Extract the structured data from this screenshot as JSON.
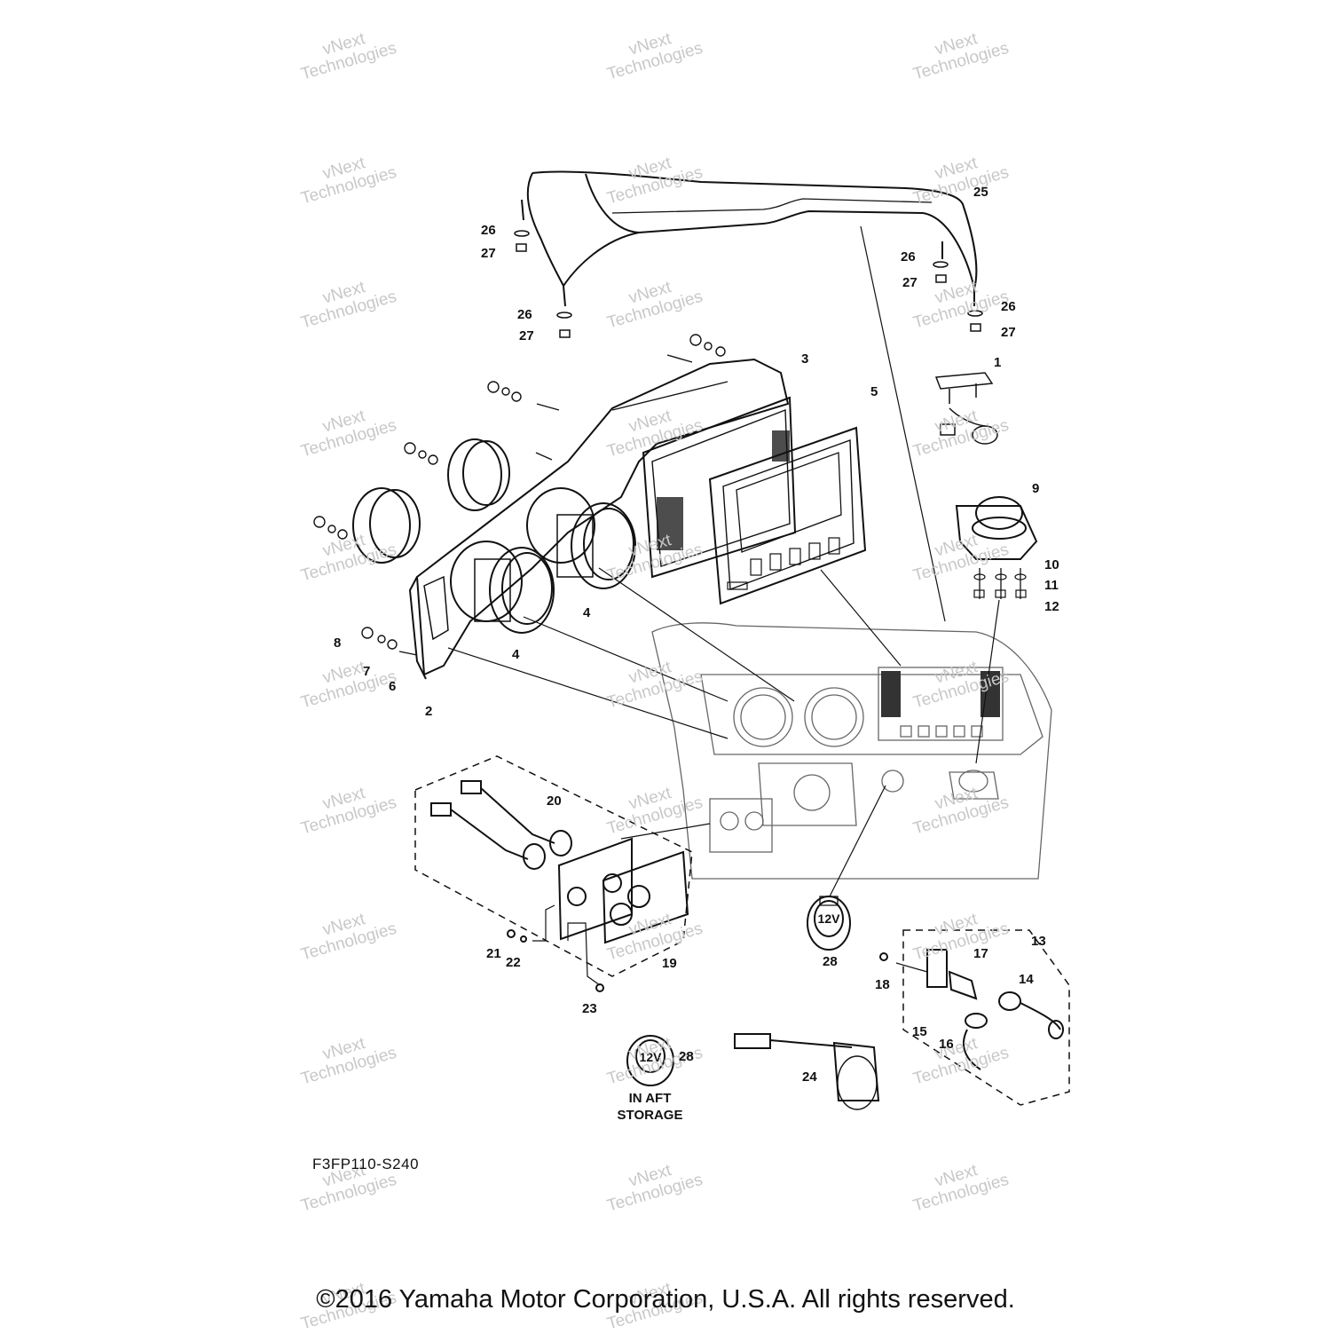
{
  "watermark": {
    "line1": "vNext",
    "line2": "Technologies"
  },
  "diagram_code": "F3FP110-S240",
  "aft_storage_note": {
    "line1": "IN AFT",
    "line2": "STORAGE"
  },
  "copyright": "©2016 Yamaha Motor Corporation, U.S.A. All rights reserved.",
  "callouts": {
    "c1": "1",
    "c2": "2",
    "c3": "3",
    "c4": "4",
    "c5": "5",
    "c6": "6",
    "c7": "7",
    "c8": "8",
    "c9": "9",
    "c10": "10",
    "c11": "11",
    "c12": "12",
    "c13": "13",
    "c14": "14",
    "c15": "15",
    "c16": "16",
    "c17": "17",
    "c18": "18",
    "c19": "19",
    "c20": "20",
    "c21": "21",
    "c22": "22",
    "c23": "23",
    "c24": "24",
    "c25": "25",
    "c26": "26",
    "c27": "27",
    "c28": "28"
  },
  "panel_text": {
    "socket_label": "12V"
  }
}
